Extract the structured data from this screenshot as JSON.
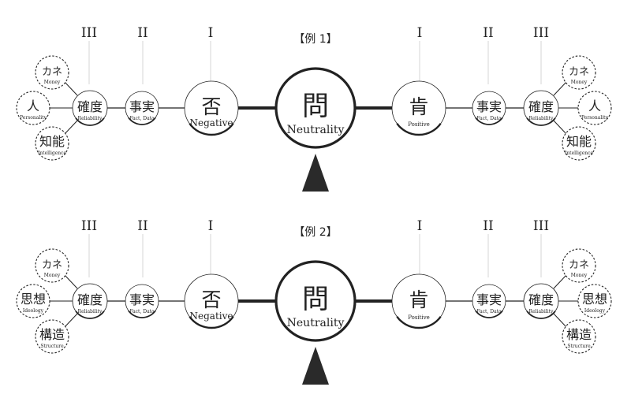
{
  "roman_numerals": {
    "one": "I",
    "two": "II",
    "three": "III"
  },
  "examples": [
    {
      "title": "【例 1】",
      "center": {
        "jp": "問",
        "en": "Neutrality"
      },
      "negative": {
        "jp": "否",
        "en": "Negative"
      },
      "positive": {
        "jp": "肯",
        "en": "Positive"
      },
      "fact": {
        "jp": "事実",
        "en": "Fact, Data"
      },
      "reliability": {
        "jp": "確度",
        "en": "Reliability"
      },
      "factors": [
        {
          "jp": "カネ",
          "en": "Money"
        },
        {
          "jp": "人",
          "en": "Personality"
        },
        {
          "jp": "知能",
          "en": "Intelligence"
        }
      ]
    },
    {
      "title": "【例 2】",
      "center": {
        "jp": "問",
        "en": "Neutrality"
      },
      "negative": {
        "jp": "否",
        "en": "Negative"
      },
      "positive": {
        "jp": "肯",
        "en": "Positive"
      },
      "fact": {
        "jp": "事実",
        "en": "Fact, Data"
      },
      "reliability": {
        "jp": "確度",
        "en": "Reliability"
      },
      "factors": [
        {
          "jp": "カネ",
          "en": "Money"
        },
        {
          "jp": "思想",
          "en": "Ideology"
        },
        {
          "jp": "構造",
          "en": "Structure"
        }
      ]
    }
  ]
}
